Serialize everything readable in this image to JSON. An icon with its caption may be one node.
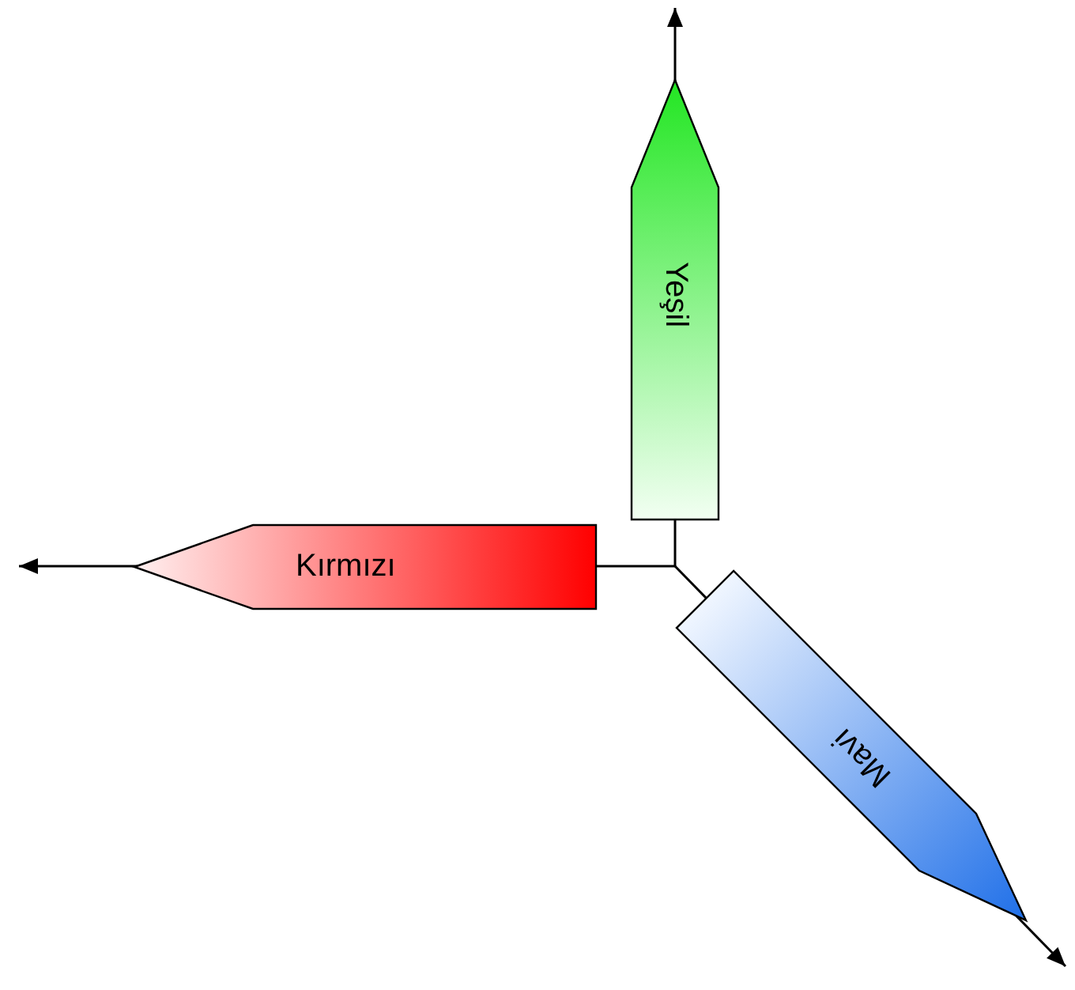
{
  "diagram": {
    "nodes": [
      {
        "text": [
          "Yeşil"
        ]
      },
      {
        "text": [
          "Kırmızı"
        ]
      },
      {
        "text": [
          "Mavi"
        ]
      }
    ]
  }
}
